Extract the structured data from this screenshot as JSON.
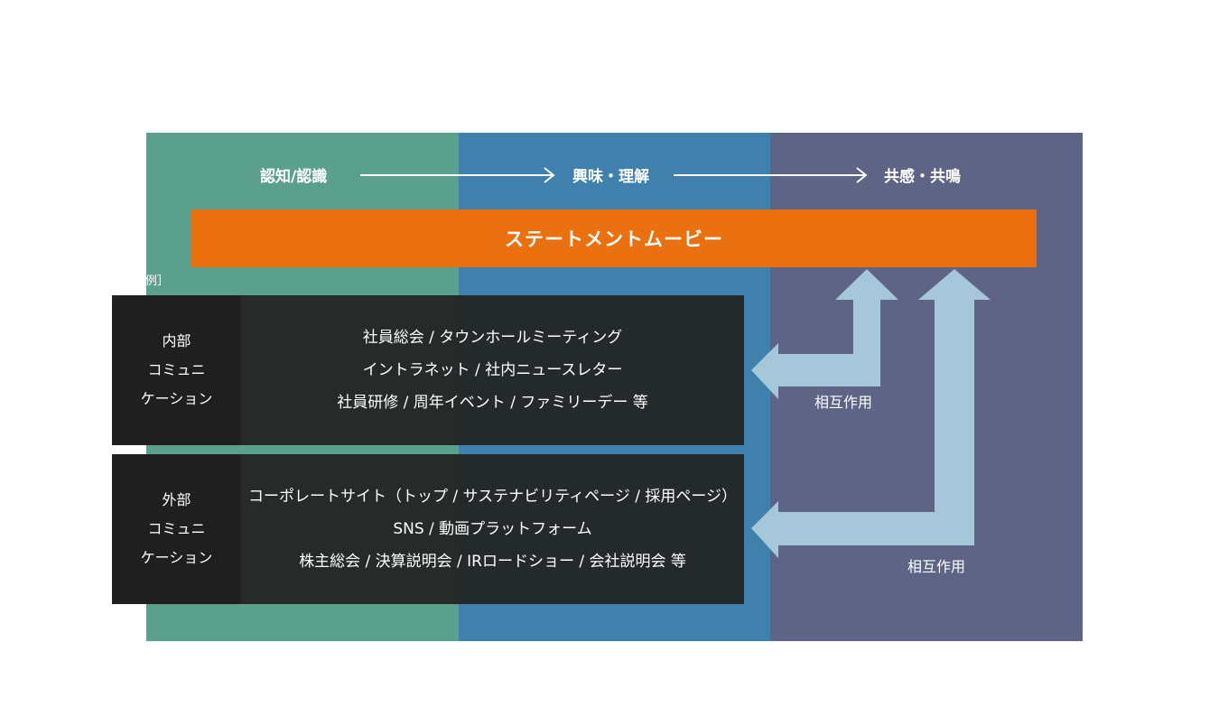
{
  "top_title": "ステークホルダーの知覚",
  "stages": [
    {
      "label": "認知/認識"
    },
    {
      "label": "興味・理解"
    },
    {
      "label": "共感・共鳴"
    }
  ],
  "statement_movie": "ステートメントムービー",
  "example_label": "［施策例］",
  "internal": {
    "head": [
      "内部",
      "コミュニ",
      "ケーション"
    ],
    "items": [
      "社員総会 / タウンホールミーティング",
      "イントラネット / 社内ニュースレター",
      "社員研修 / 周年イベント / ファミリーデー 等"
    ]
  },
  "external": {
    "head": [
      "外部",
      "コミュニ",
      "ケーション"
    ],
    "items": [
      "コーポレートサイト（トップ / サステナビリティページ / 採用ページ）",
      "SNS / 動画プラットフォーム",
      "株主総会 / 決算説明会 / IRロードショー / 会社説明会 等"
    ]
  },
  "mutual_labels": [
    "相互作用",
    "相互作用"
  ],
  "colors": {
    "awareness": "#5aa08c",
    "interest": "#3f80ad",
    "empathy": "#5d6485",
    "movie_bar": "#f0700a",
    "panel_head": "#1f1f1f",
    "panel_body": "#222222",
    "arrow": "#a6c6da"
  }
}
